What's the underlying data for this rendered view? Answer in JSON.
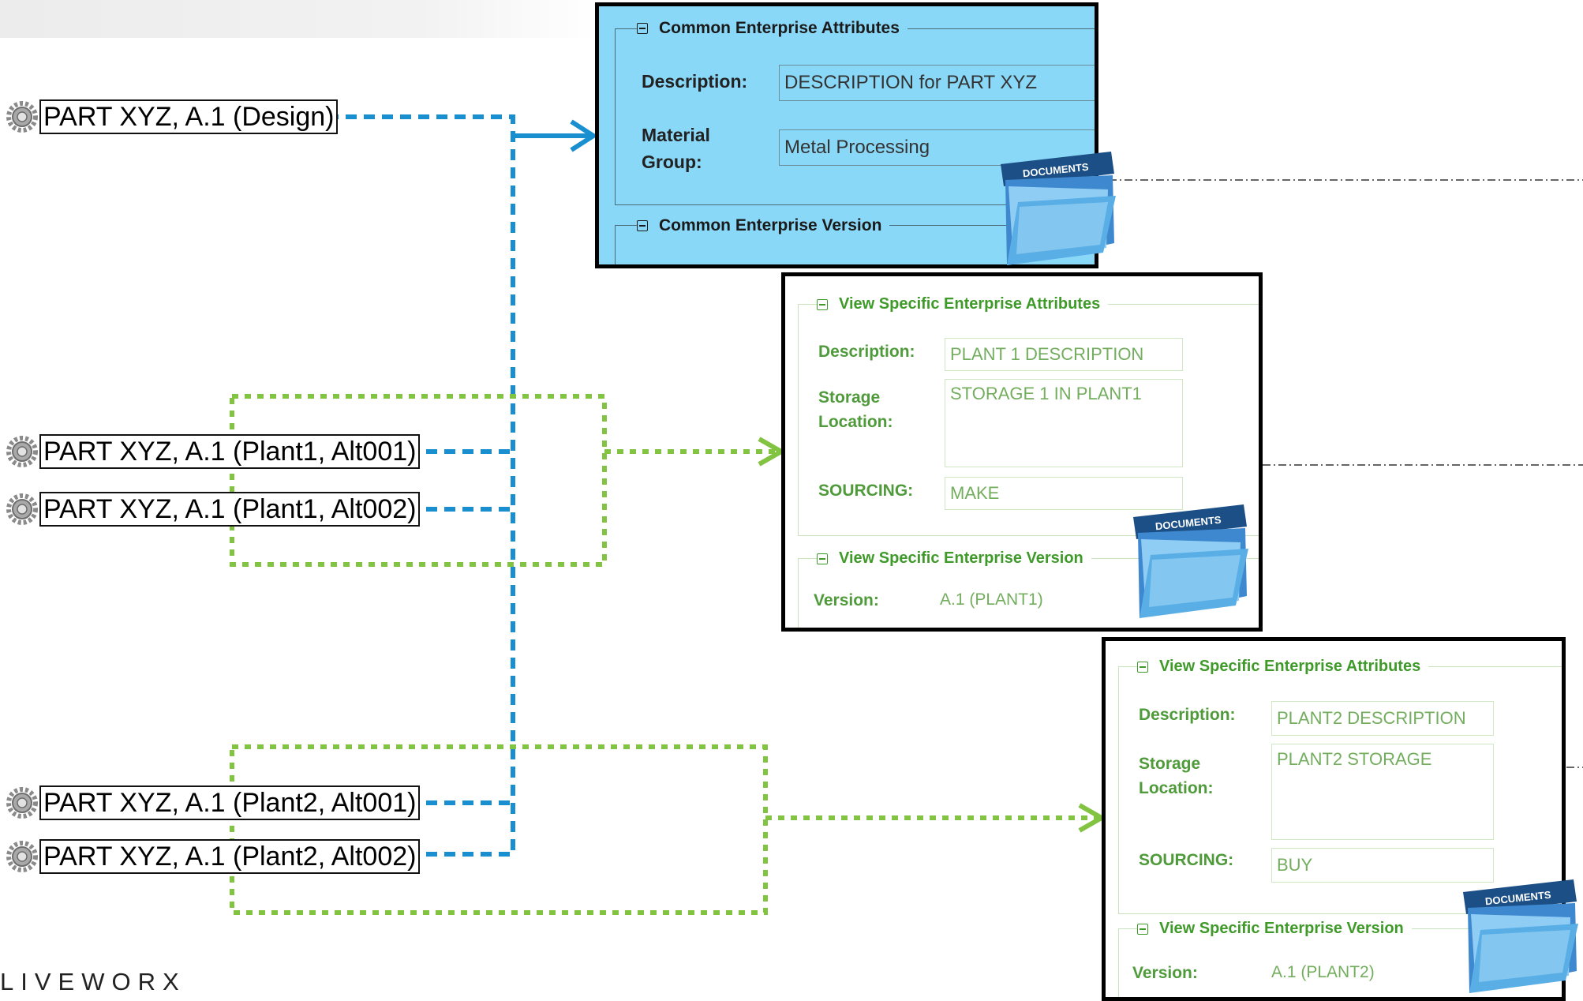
{
  "parts": [
    {
      "label": "PART XYZ, A.1 (Design)"
    },
    {
      "label": "PART XYZ, A.1 (Plant1, Alt001)"
    },
    {
      "label": "PART XYZ, A.1 (Plant1, Alt002)"
    },
    {
      "label": "PART XYZ, A.1 (Plant2, Alt001)"
    },
    {
      "label": "PART XYZ, A.1 (Plant2, Alt002)"
    }
  ],
  "common_panel": {
    "section_title": "Common Enterprise Attributes",
    "description_label": "Description:",
    "description_value": "DESCRIPTION for PART XYZ",
    "material_label": "Material\nGroup:",
    "material_value": "Metal Processing",
    "version_section_title": "Common Enterprise Version"
  },
  "plant1_panel": {
    "section_title": "View Specific Enterprise Attributes",
    "description_label": "Description:",
    "description_value": "PLANT 1 DESCRIPTION",
    "storage_label": "Storage\nLocation:",
    "storage_value": "STORAGE 1 IN PLANT1",
    "sourcing_label": "SOURCING:",
    "sourcing_value": "MAKE",
    "version_section_title": "View Specific Enterprise Version",
    "version_label": "Version:",
    "version_value": "A.1 (PLANT1)"
  },
  "plant2_panel": {
    "section_title": "View Specific Enterprise Attributes",
    "description_label": "Description:",
    "description_value": "PLANT2 DESCRIPTION",
    "storage_label": "Storage\nLocation:",
    "storage_value": "PLANT2 STORAGE",
    "sourcing_label": "SOURCING:",
    "sourcing_value": "BUY",
    "version_section_title": "View Specific Enterprise Version",
    "version_label": "Version:",
    "version_value": "A.1 (PLANT2)"
  },
  "folder_label": "DOCUMENTS",
  "wordmark": "LIVEWORX",
  "colors": {
    "blue_connector": "#1a8fd0",
    "green_connector": "#82c341",
    "common_panel_bg": "#8ad8f8"
  }
}
